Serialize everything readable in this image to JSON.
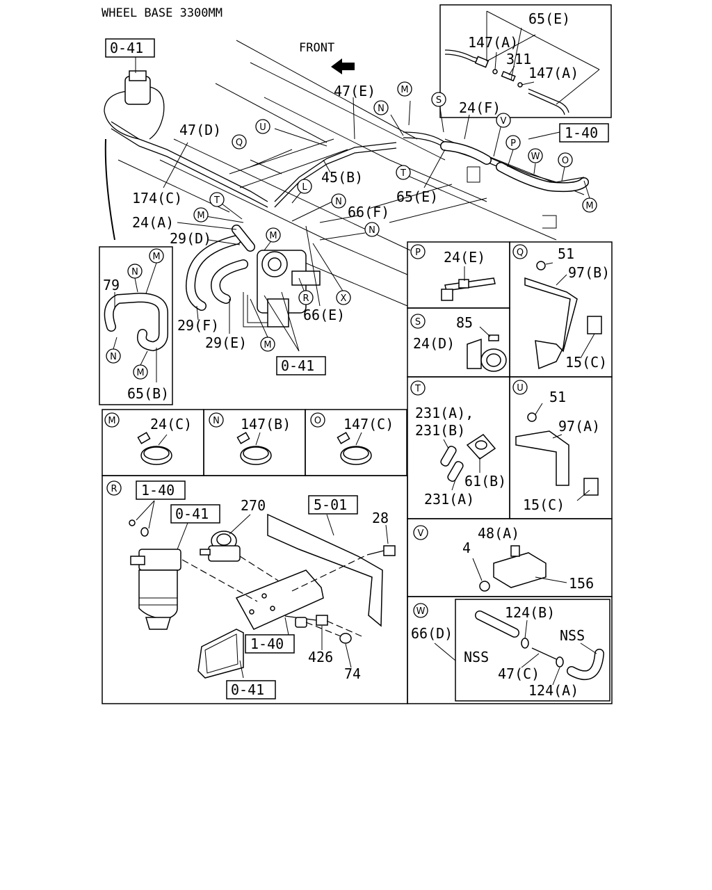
{
  "header": {
    "title": "WHEEL BASE 3300MM",
    "front": "FRONT"
  },
  "refs": {
    "r041a": "0-41",
    "r140a": "1-40",
    "r041b": "0-41",
    "r140b": "1-40",
    "r041c": "0-41",
    "r501": "5-01",
    "r140c": "1-40",
    "r041d": "0-41"
  },
  "main": {
    "l65E_top": "65(E)",
    "l147A_1": "147(A)",
    "l311": "311",
    "l147A_2": "147(A)",
    "l47E": "47(E)",
    "l24F": "24(F)",
    "l47D": "47(D)",
    "l45B": "45(B)",
    "l65E": "65(E)",
    "l174C": "174(C)",
    "l66F": "66(F)",
    "l24A": "24(A)",
    "l29D": "29(D)",
    "l29F": "29(F)",
    "l29E": "29(E)",
    "l66E": "66(E)"
  },
  "circles": {
    "M": "M",
    "N": "N",
    "O": "O",
    "P": "P",
    "Q": "Q",
    "R": "R",
    "S": "S",
    "T": "T",
    "U": "U",
    "V": "V",
    "W": "W",
    "X": "X",
    "L": "L"
  },
  "panel_left": {
    "l79": "79",
    "l65B": "65(B)"
  },
  "panel_M": {
    "part": "24(C)"
  },
  "panel_N": {
    "part": "147(B)"
  },
  "panel_O": {
    "part": "147(C)"
  },
  "panel_P": {
    "part": "24(E)"
  },
  "panel_Q": {
    "l51": "51",
    "l97B": "97(B)",
    "l15C": "15(C)"
  },
  "panel_S": {
    "l85": "85",
    "l24D": "24(D)"
  },
  "panel_T": {
    "l231AB": "231(A),",
    "l231B": "231(B)",
    "l61B": "61(B)",
    "l231A": "231(A)"
  },
  "panel_U": {
    "l51": "51",
    "l97A": "97(A)",
    "l15C": "15(C)"
  },
  "panel_R": {
    "l270": "270",
    "l28": "28",
    "l426": "426",
    "l74": "74"
  },
  "panel_V": {
    "l48A": "48(A)",
    "l4": "4",
    "l156": "156"
  },
  "panel_W": {
    "l66D": "66(D)",
    "l124B": "124(B)",
    "lNSS1": "NSS",
    "lNSS2": "NSS",
    "l47C": "47(C)",
    "l124A": "124(A)"
  }
}
